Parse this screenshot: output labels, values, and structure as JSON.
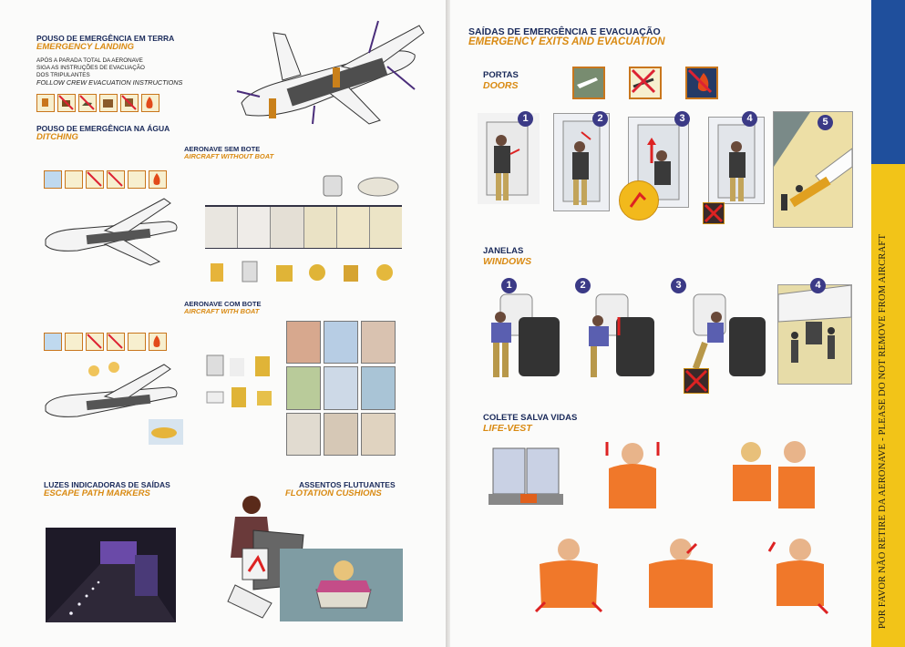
{
  "left": {
    "landing": {
      "title_pt": "POUSO DE EMERGÊNCIA EM TERRA",
      "title_en": "EMERGENCY LANDING",
      "line1": "APÓS A PARADA TOTAL DA AERONAVE",
      "line2": "SIGA AS INSTRUÇÕES DE EVACUAÇÃO",
      "line3": "DOS TRIPULANTES",
      "line4": "FOLLOW CREW EVACUATION INSTRUCTIONS"
    },
    "ditching": {
      "title_pt": "POUSO DE EMERGÊNCIA NA ÁGUA",
      "title_en": "DITCHING",
      "noboat_pt": "AERONAVE SEM BOTE",
      "noboat_en": "AIRCRAFT WITHOUT BOAT",
      "boat_pt": "AERONAVE COM BOTE",
      "boat_en": "AIRCRAFT WITH BOAT"
    },
    "markers": {
      "title_pt": "LUZES INDICADORAS DE SAÍDAS",
      "title_en": "ESCAPE PATH MARKERS"
    },
    "cushions": {
      "title_pt": "ASSENTOS FLUTUANTES",
      "title_en": "FLOTATION CUSHIONS"
    }
  },
  "right": {
    "title_pt": "SAÍDAS DE EMERGÊNCIA E EVACUAÇÃO",
    "title_en": "EMERGENCY EXITS AND EVACUATION",
    "doors": {
      "title_pt": "PORTAS",
      "title_en": "DOORS",
      "steps": [
        "1",
        "2",
        "3",
        "4",
        "5"
      ]
    },
    "windows": {
      "title_pt": "JANELAS",
      "title_en": "WINDOWS",
      "steps": [
        "1",
        "2",
        "3",
        "4"
      ]
    },
    "vest": {
      "title_pt": "COLETE SALVA VIDAS",
      "title_en": "LIFE-VEST"
    },
    "side_notice": "POR FAVOR NÃO RETIRE DA AERONAVE  -  PLEASE DO NOT REMOVE FROM AIRCRAFT"
  },
  "colors": {
    "accent_orange": "#d98a12",
    "heading_navy": "#1a2a5a",
    "band_blue": "#1f4f9c",
    "band_yellow": "#f2c418"
  },
  "icons": [
    "airplane-icon",
    "cross-icon",
    "fire-icon",
    "vest-icon",
    "step-number-badge"
  ]
}
